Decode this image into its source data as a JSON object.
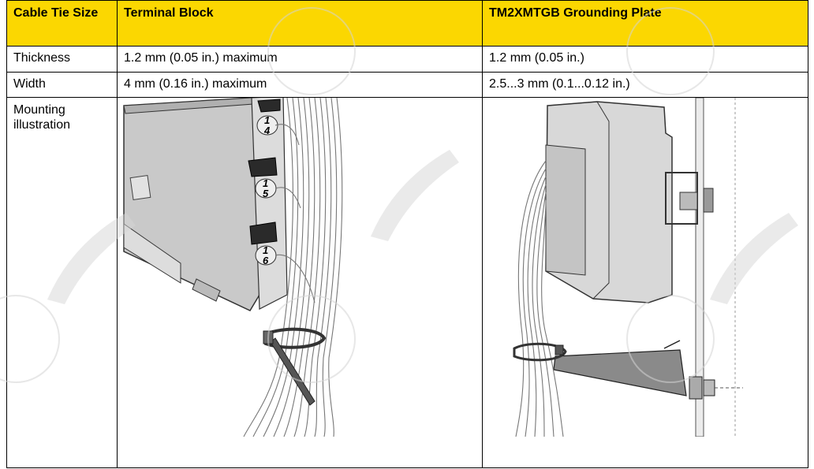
{
  "table": {
    "headers": [
      "Cable Tie Size",
      "Terminal Block",
      "TM2XMTGB Grounding Plate"
    ],
    "rows": [
      [
        "Thickness",
        "1.2 mm (0.05 in.) maximum",
        "1.2 mm (0.05 in.)"
      ],
      [
        "Width",
        "4 mm (0.16 in.) maximum",
        "2.5...3 mm (0.1...0.12 in.)"
      ]
    ],
    "illustration_row_label": "Mounting illustration"
  },
  "illustrations": {
    "terminal_block": {
      "terminal_numbers": [
        "1\n4",
        "1\n5",
        "1\n6"
      ]
    }
  },
  "colors": {
    "header_bg": "#fbd701",
    "watermark": "#c8c8c8"
  }
}
